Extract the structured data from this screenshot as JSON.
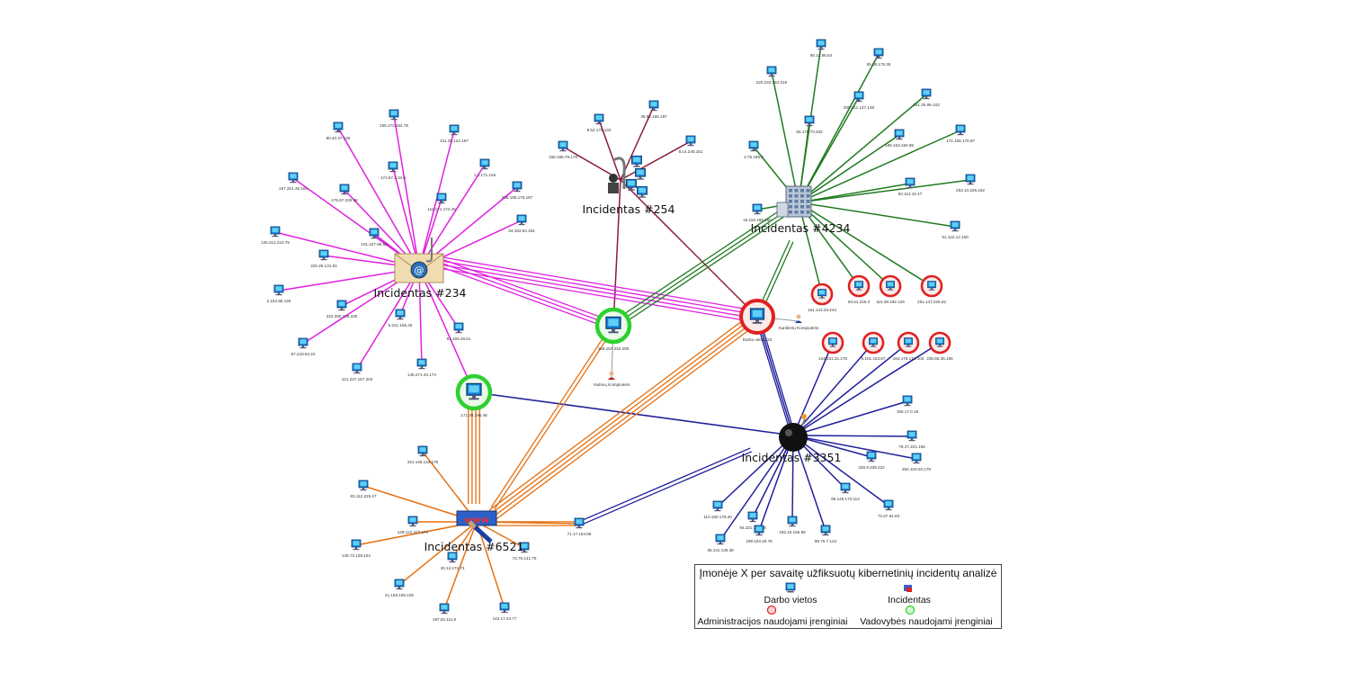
{
  "colors": {
    "incident_234": "#e020e0",
    "incident_254": "#8a1c3c",
    "incident_4234": "#207a20",
    "incident_3351": "#20209a",
    "incident_6521": "#e67010",
    "admin_ring": "#e02020",
    "exec_ring": "#2ed12e",
    "monitor": "#1a7fd4"
  },
  "hubs": [
    {
      "id": "i234",
      "label": "Incidentas #234",
      "icon": "email-phishing-icon"
    },
    {
      "id": "i254",
      "label": "Incidentas #254",
      "icon": "hacker-hook-icon"
    },
    {
      "id": "i4234",
      "label": "Incidentas #4234",
      "icon": "office-building-icon"
    },
    {
      "id": "i3351",
      "label": "Incidentas #3351",
      "icon": "bomb-icon"
    },
    {
      "id": "i6521",
      "label": "Incidentas #6521",
      "icon": "web-exploit-icon"
    }
  ],
  "hosts": {
    "i234": [
      "80.40.47.126",
      "156.172.154.78",
      "211.25.124.187",
      "174.57.2.34.5",
      "1.1.171.146",
      "167.201.46.181",
      "175.57.229.98",
      "111.171.174.46",
      "206.195.176.187",
      "101.107.88.53",
      "54.153.84.154",
      "126.212.210.75",
      "220.26.131.83",
      "2.154.68.125",
      "222.200.108.228",
      "5.241.165.45",
      "87.243.94.24",
      "91.165.46.51",
      "121.247.157.203",
      "145.271.40.174"
    ],
    "i254": [
      "8.52.175.132",
      "39.94.165.187",
      "158.185.78.179",
      "8.14.245.151"
    ],
    "i4234": [
      "90.12.88.54",
      "55.95.175.35",
      "220.243.164.216",
      "251.30.96.103",
      "209.211.147.148",
      "93.178.70.202",
      "189.163.150.88",
      "174.155.170.87",
      "3.75.185.2",
      "82.113.10.47",
      "253.10.226.192",
      "42.116.158.160",
      "51.122.12.160"
    ],
    "i3351": [
      "185.17.0.19",
      "78.27.221.165",
      "228.9.238.222",
      "254.103.20.179",
      "114.160.178.40",
      "84.221.176.38",
      "189.103.20.78",
      "182.15.155.88",
      "98.75.7.122",
      "55.148.173.112",
      "72.67.64.63",
      "35.141.135.38"
    ],
    "i6521": [
      "161.145.134.175",
      "83.112.226.37",
      "149.121.107.174",
      "146.73.138.154",
      "73.75.141.79",
      "40.14.172.73",
      "41.163.190.105",
      "197.52.111.8",
      "143.17.34.77",
      "71.17.184.88"
    ]
  },
  "admin_devices": [
    "161.143.33.244",
    "93.51.248.2",
    "115.39.192.126",
    "251.147.226.62",
    "104.231.31.176",
    "5.101.153.67",
    "164.175.171.103",
    "235.50.35.166",
    "Darbo vieta 223"
  ],
  "exec_devices": [
    "156.157.232.205",
    "171.38.196.48"
  ],
  "people": [
    "Vadovų Kompiuteris",
    "Kanklerių Kompiuteris"
  ],
  "legend": {
    "title": "Įmonėje X per savaitę užfiksuotų kibernetinių incidentų analizė",
    "workstations": "Darbo vietos",
    "incident": "Incidentas",
    "admin": "Administracijos naudojami įrenginiai",
    "exec": "Vadovybės naudojami įrenginiai"
  }
}
